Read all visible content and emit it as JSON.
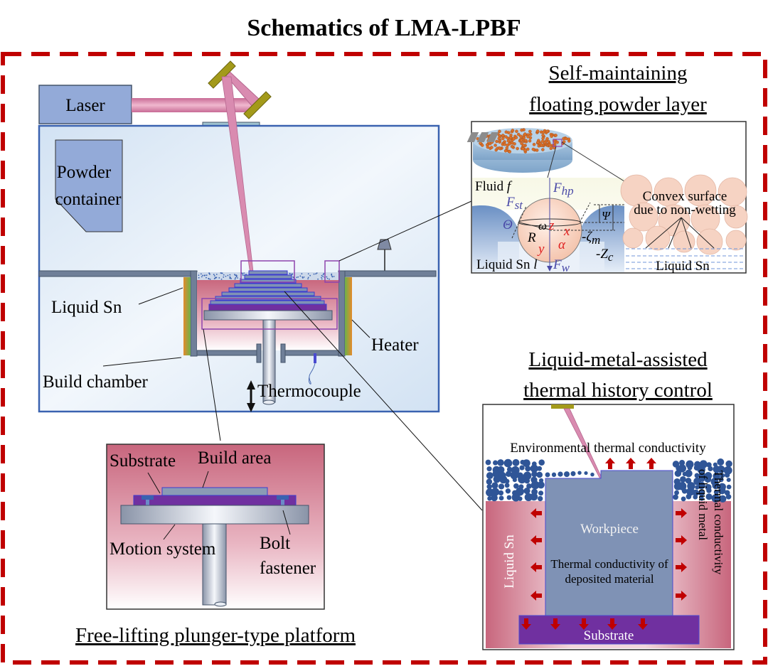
{
  "title": "Schematics of LMA-LPBF",
  "colors": {
    "frame_dash": "#c00000",
    "chamber_fill": "#dce8f5",
    "chamber_stroke": "#3a62b0",
    "laser_box": "#93aad8",
    "beam": "#d98bb0",
    "mirror": "#a39a1a",
    "liquid_sn": "#c8667d",
    "substrate": "#7030a0",
    "workpiece": "#7f92b5",
    "wall": "#6f7f98",
    "powder_blue": "#2f5597",
    "powder_orange": "#d9702a",
    "heat_arrow": "#c00000",
    "highlight_box": "#8e44ad"
  },
  "main_schematic": {
    "laser_label": "Laser",
    "powder_container_label_line1": "Powder",
    "powder_container_label_line2": "container",
    "liquid_sn_label": "Liquid Sn",
    "heater_label": "Heater",
    "build_chamber_label": "Build chamber",
    "thermocouple_label": "Thermocouple"
  },
  "floating_layer_panel": {
    "heading_line1": "Self-maintaining",
    "heading_line2": "floating powder layer",
    "fluid_label": "Fluid",
    "fluid_symbol": "f",
    "liquid_label": "Liquid Sn",
    "liquid_symbol": "l",
    "f_hp": "F",
    "f_hp_sub": "hp",
    "f_st": "F",
    "f_st_sub": "st",
    "f_w": "F",
    "f_w_sub": "w",
    "theta": "Θ",
    "psi": "Ψ",
    "omega": "ω",
    "radius": "R",
    "axis_x": "x",
    "axis_y": "y",
    "axis_z": "z",
    "alpha": "α",
    "zeta_m": "-ζ",
    "zeta_m_sub": "m",
    "z_c": "-Z",
    "z_c_sub": "c",
    "convex_line1": "Convex surface",
    "convex_line2": "due to non-wetting",
    "inset_liquid": "Liquid Sn"
  },
  "platform_panel": {
    "heading": "Free-lifting plunger-type platform",
    "substrate_label": "Substrate",
    "build_area_label": "Build area",
    "motion_label": "Motion system",
    "bolt_line1": "Bolt",
    "bolt_line2": "fastener"
  },
  "thermal_panel": {
    "heading_line1": "Liquid-metal-assisted",
    "heading_line2": "thermal history control",
    "environmental": "Environmental thermal conductivity",
    "workpiece": "Workpiece",
    "deposited_line1": "Thermal conductivity of",
    "deposited_line2": "deposited material",
    "liquid_sn": "Liquid Sn",
    "liquid_metal_line1": "Thermal conductivity",
    "liquid_metal_line2": "of liquid metal",
    "substrate": "Substrate"
  }
}
